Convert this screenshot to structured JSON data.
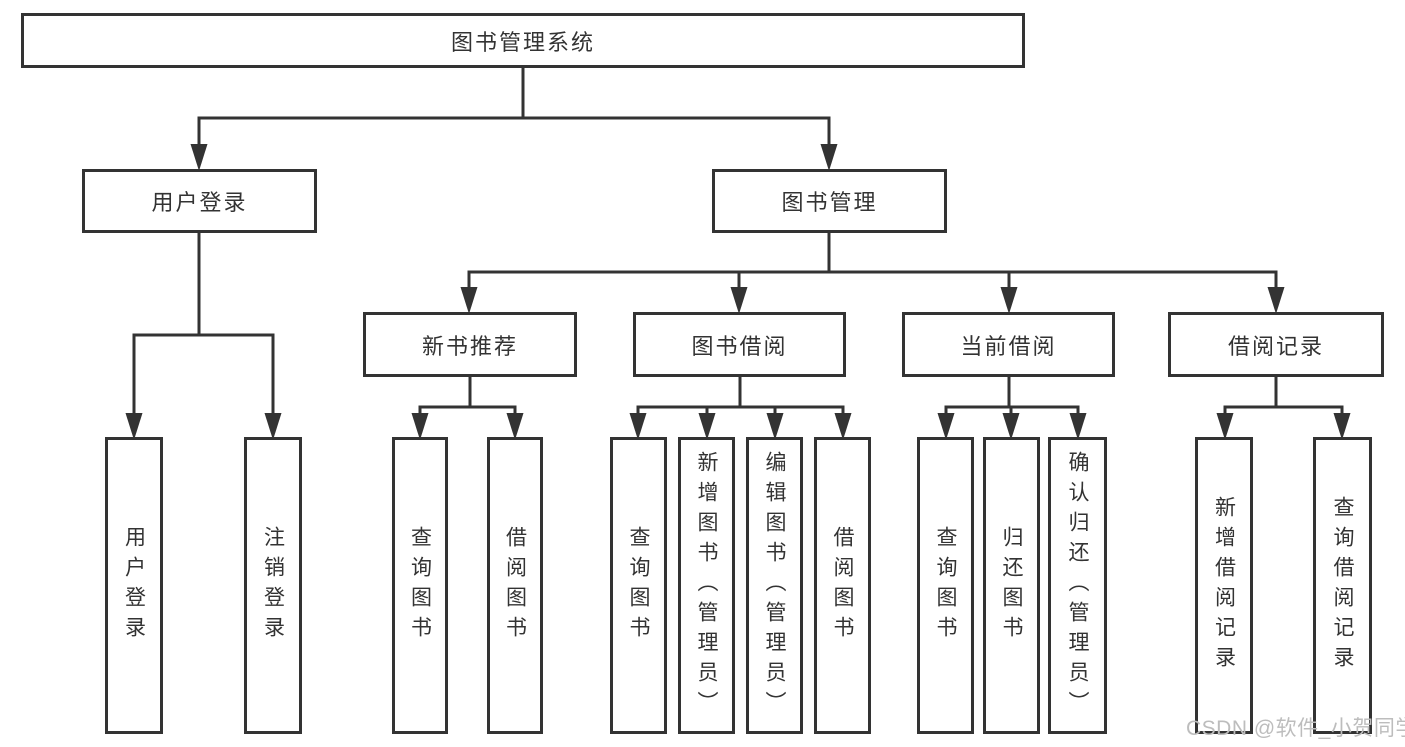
{
  "nodes": {
    "root": {
      "label": "图书管理系统"
    },
    "level2": [
      {
        "label": "用户登录",
        "parent": "图书管理系统"
      },
      {
        "label": "图书管理",
        "parent": "图书管理系统"
      }
    ],
    "level3": [
      {
        "label": "新书推荐",
        "parent": "图书管理"
      },
      {
        "label": "图书借阅",
        "parent": "图书管理"
      },
      {
        "label": "当前借阅",
        "parent": "图书管理"
      },
      {
        "label": "借阅记录",
        "parent": "图书管理"
      }
    ],
    "leaves": [
      {
        "label": "用户登录",
        "parent": "用户登录"
      },
      {
        "label": "注销登录",
        "parent": "用户登录"
      },
      {
        "label": "查询图书",
        "parent": "新书推荐"
      },
      {
        "label": "借阅图书",
        "parent": "新书推荐"
      },
      {
        "label": "查询图书",
        "parent": "图书借阅"
      },
      {
        "label": "新增图书（管理员）",
        "parent": "图书借阅"
      },
      {
        "label": "编辑图书（管理员）",
        "parent": "图书借阅"
      },
      {
        "label": "借阅图书",
        "parent": "图书借阅"
      },
      {
        "label": "查询图书",
        "parent": "当前借阅"
      },
      {
        "label": "归还图书",
        "parent": "当前借阅"
      },
      {
        "label": "确认归还（管理员）",
        "parent": "当前借阅"
      },
      {
        "label": "新增借阅记录",
        "parent": "借阅记录"
      },
      {
        "label": "查询借阅记录",
        "parent": "借阅记录"
      }
    ]
  },
  "watermark": {
    "text": "CSDN @软件_小贺同学"
  },
  "colors": {
    "line": "#333333",
    "box_border": "#333333",
    "text": "#333333",
    "background": "#ffffff",
    "watermark": "#bdbdbd"
  }
}
